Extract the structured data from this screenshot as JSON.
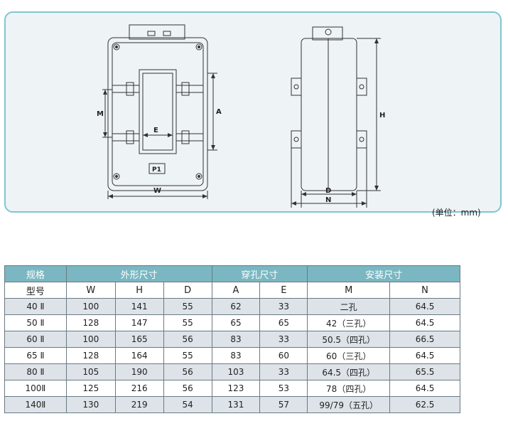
{
  "diagram": {
    "front_labels": {
      "m": "M",
      "a": "A",
      "e": "E",
      "w": "W",
      "plate": "P1"
    },
    "side_labels": {
      "h": "H",
      "d": "D",
      "n": "N"
    },
    "unit_note": "(单位：mm)"
  },
  "table": {
    "group_headers": [
      "规格",
      "外形尺寸",
      "穿孔尺寸",
      "安装尺寸"
    ],
    "sub_headers": [
      "型号",
      "W",
      "H",
      "D",
      "A",
      "E",
      "M",
      "N"
    ],
    "rows": [
      [
        "40 Ⅱ",
        "100",
        "141",
        "55",
        "62",
        "33",
        "二孔",
        "64.5"
      ],
      [
        "50 Ⅱ",
        "128",
        "147",
        "55",
        "65",
        "65",
        "42（三孔）",
        "64.5"
      ],
      [
        "60 Ⅱ",
        "100",
        "165",
        "56",
        "83",
        "33",
        "50.5（四孔）",
        "66.5"
      ],
      [
        "65 Ⅱ",
        "128",
        "164",
        "55",
        "83",
        "60",
        "60（三孔）",
        "64.5"
      ],
      [
        "80 Ⅱ",
        "105",
        "190",
        "56",
        "103",
        "33",
        "64.5（四孔）",
        "65.5"
      ],
      [
        "100Ⅱ",
        "125",
        "216",
        "56",
        "123",
        "53",
        "78（四孔）",
        "64.5"
      ],
      [
        "140Ⅱ",
        "130",
        "219",
        "54",
        "131",
        "57",
        "99/79（五孔）",
        "62.5"
      ]
    ]
  }
}
